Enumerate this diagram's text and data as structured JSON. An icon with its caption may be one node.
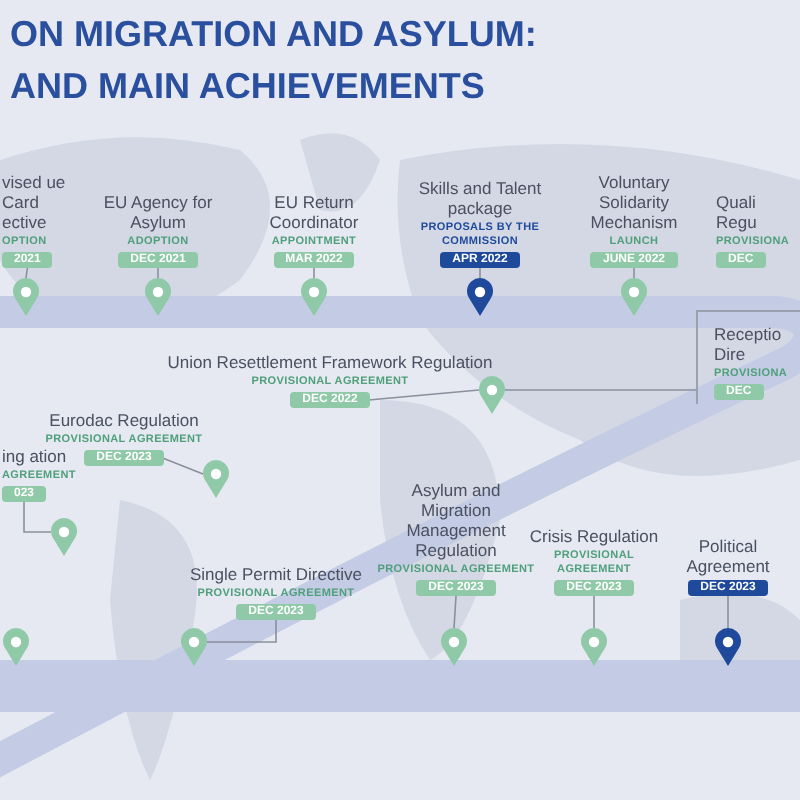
{
  "diagram": {
    "title": "ON MIGRATION AND ASYLUM: AND MAIN ACHIEVEMENTS",
    "nodes": [
      {
        "text": [
          "vised ue Card ective",
          "OPTION",
          "2021"
        ]
      },
      {
        "text": [],
        "shape": "pin"
      },
      {
        "text": [
          "EU Agency for Asylum",
          "ADOPTION",
          "DEC 2021"
        ]
      },
      {
        "text": [],
        "shape": "pin"
      },
      {
        "text": [
          "EU Return Coordinator",
          "APPOINTMENT",
          "MAR 2022"
        ]
      },
      {
        "text": [],
        "shape": "pin"
      },
      {
        "text": [
          "Skills and Talent package",
          "PROPOSALS BY THE COMMISSION",
          "APR 2022"
        ]
      },
      {
        "text": [],
        "shape": "pin"
      },
      {
        "text": [
          "Voluntary Solidarity Mechanism",
          "LAUNCH",
          "JUNE 2022"
        ]
      },
      {
        "text": [],
        "shape": "pin"
      },
      {
        "text": [
          "Quali Regu",
          "PROVISIONA",
          "DEC"
        ]
      },
      {
        "text": [
          "Receptio Dire",
          "PROVISIONA",
          "DEC"
        ]
      },
      {
        "text": [
          "Union Resettlement Framework Regulation",
          "PROVISIONAL AGREEMENT",
          "DEC 2022"
        ]
      },
      {
        "text": [],
        "shape": "pin"
      },
      {
        "text": [
          "Eurodac Regulation",
          "PROVISIONAL AGREEMENT",
          "DEC 2023"
        ]
      },
      {
        "text": [],
        "shape": "pin"
      },
      {
        "text": [
          "ing ation",
          "AGREEMENT",
          "023"
        ]
      },
      {
        "text": [],
        "shape": "pin"
      },
      {
        "text": [
          "Single Permit Directive",
          "PROVISIONAL AGREEMENT",
          "DEC 2023"
        ]
      },
      {
        "text": [],
        "shape": "pin"
      },
      {
        "text": [],
        "shape": "pin"
      },
      {
        "text": [
          "Asylum and Migration Management Regulation",
          "PROVISIONAL AGREEMENT",
          "DEC 2023"
        ]
      },
      {
        "text": [],
        "shape": "pin"
      },
      {
        "text": [
          "Crisis Regulation",
          "PROVISIONAL AGREEMENT",
          "DEC 2023"
        ]
      },
      {
        "text": [],
        "shape": "pin"
      },
      {
        "text": [
          "Political Agreement",
          "DEC 2023"
        ]
      },
      {
        "text": [],
        "shape": "pin"
      }
    ],
    "edges": [
      {
        "from": 0,
        "to": 1,
        "arrow": "none"
      },
      {
        "from": 2,
        "to": 3,
        "arrow": "none"
      },
      {
        "from": 4,
        "to": 5,
        "arrow": "none"
      },
      {
        "from": 6,
        "to": 7,
        "arrow": "none"
      },
      {
        "from": 8,
        "to": 9,
        "arrow": "none"
      },
      {
        "from": 11,
        "to": 13,
        "arrow": "none"
      },
      {
        "from": 12,
        "to": 13,
        "arrow": "none"
      },
      {
        "from": 14,
        "to": 15,
        "arrow": "none"
      },
      {
        "from": 16,
        "to": 17,
        "arrow": "none"
      },
      {
        "from": 18,
        "to": 19,
        "arrow": "none"
      },
      {
        "from": 21,
        "to": 22,
        "arrow": "none"
      },
      {
        "from": 23,
        "to": 24,
        "arrow": "none"
      },
      {
        "from": 25,
        "to": 26,
        "arrow": "none"
      }
    ]
  }
}
